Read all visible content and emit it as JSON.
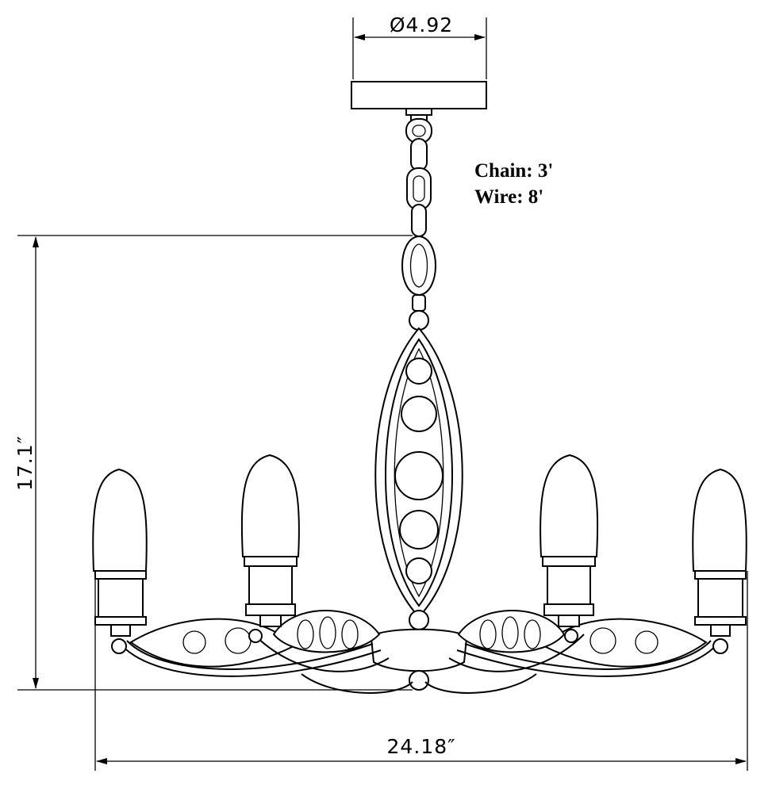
{
  "dimensions": {
    "canopy_diameter": "Ø4.92",
    "height": "17.1″",
    "width": "24.18″"
  },
  "notes": {
    "chain": "Chain: 3'",
    "wire": "Wire: 8'"
  }
}
